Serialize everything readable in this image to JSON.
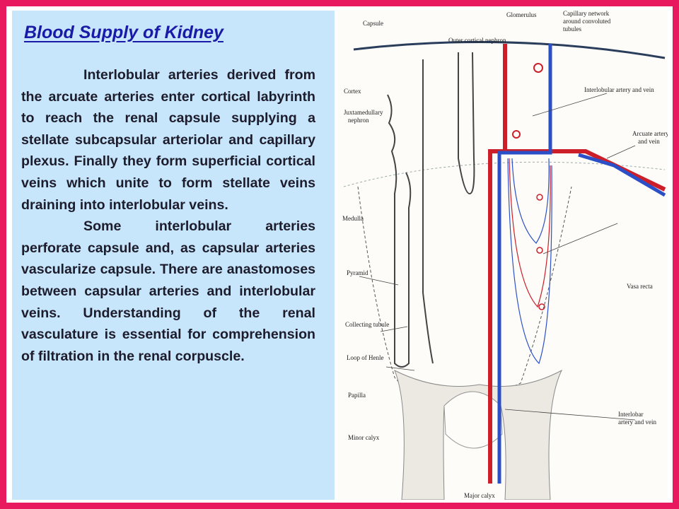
{
  "slide": {
    "title": "Blood Supply of Kidney",
    "paragraphs": [
      "Interlobular arteries derived from the arcuate arteries enter cortical labyrinth to reach the renal capsule supplying a stellate subcapsular arteriolar and capillary plexus. Finally they form superficial cortical veins which unite to form stellate veins draining into interlobular veins.",
      "Some interlobular arteries perforate capsule and, as capsular arteries vascularize capsule. There are anastomoses between capsular arteries and interlobular veins. Understanding of the renal vasculature is essential for comprehension of  filtration in the renal corpuscle."
    ]
  },
  "diagram": {
    "labels": {
      "capsule": "Capsule",
      "glomerulus": "Glomerulus",
      "capillary_1": "Capillary network",
      "capillary_2": "around convoluted",
      "capillary_3": "tubules",
      "outer_nephron": "Outer cortical nephron",
      "cortex": "Cortex",
      "interlobular_av": "Interlobular artery and vein",
      "juxta_1": "Juxtamedullary",
      "juxta_2": "nephron",
      "arcuate_1": "Arcuate artery",
      "arcuate_2": "and vein",
      "medulla": "Medulla",
      "pyramid": "Pyramid",
      "vasa_recta": "Vasa recta",
      "collecting": "Collecting tubule",
      "henle": "Loop of Henle",
      "papilla": "Papilla",
      "interlobar_1": "Interlobar",
      "interlobar_2": "artery and vein",
      "minor_calyx": "Minor calyx",
      "major_calyx": "Major calyx"
    },
    "colors": {
      "artery": "#cc1f2a",
      "vein": "#2b4fc6",
      "frame": "#e8195f",
      "panel": "#c8e6fb"
    }
  }
}
